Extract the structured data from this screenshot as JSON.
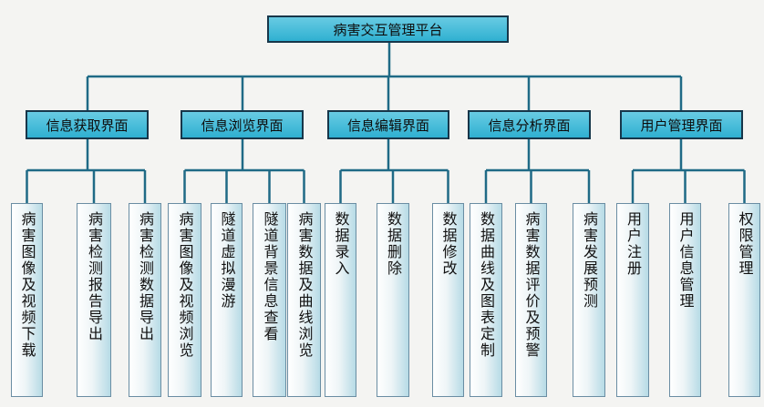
{
  "root": {
    "label": "病害交互管理平台"
  },
  "categories": [
    {
      "label": "信息获取界面",
      "children": [
        "病害图像及视频下载",
        "病害检测报告导出",
        "病害检测数据导出"
      ]
    },
    {
      "label": "信息浏览界面",
      "children": [
        "病害图像及视频浏览",
        "隧道虚拟漫游",
        "隧道背景信息查看",
        "病害数据及曲线浏览"
      ]
    },
    {
      "label": "信息编辑界面",
      "children": [
        "数据录入",
        "数据删除",
        "数据修改"
      ]
    },
    {
      "label": "信息分析界面",
      "children": [
        "数据曲线及图表定制",
        "病害数据评价及预警",
        "病害发展预测"
      ]
    },
    {
      "label": "用户管理界面",
      "children": [
        "用户注册",
        "用户信息管理",
        "权限管理"
      ]
    }
  ],
  "colors": {
    "box_fill": "#3fbcd9",
    "box_border": "#17364a",
    "connector": "#1f6a86",
    "leaf_shade": "#b7dbe6"
  }
}
